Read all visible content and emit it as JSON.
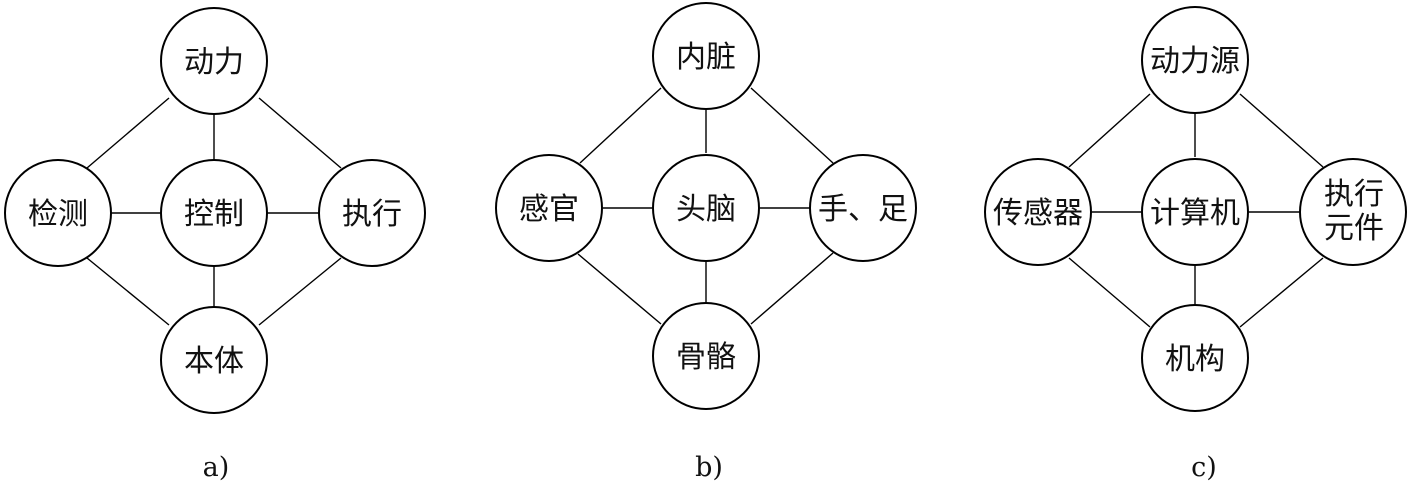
{
  "diagrams": [
    {
      "caption": "a)",
      "top": "动力",
      "left": "检测",
      "center": "控制",
      "right": "执行",
      "bottom": "本体"
    },
    {
      "caption": "b)",
      "top": "内脏",
      "left": "感官",
      "center": "头脑",
      "right": "手、足",
      "bottom": "骨骼"
    },
    {
      "caption": "c)",
      "top": "动力源",
      "left": "传感器",
      "center": "计算机",
      "right_line1": "执行",
      "right_line2": "元件",
      "bottom": "机构"
    }
  ]
}
